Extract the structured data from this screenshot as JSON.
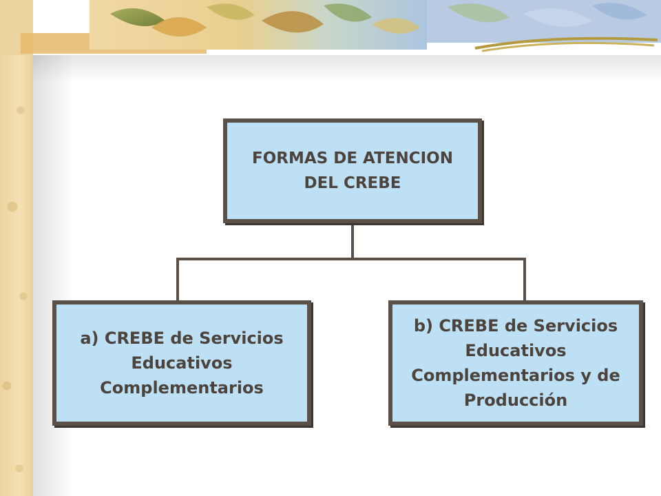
{
  "diagram": {
    "root": {
      "label": "FORMAS DE ATENCION\nDEL CREBE"
    },
    "children": [
      {
        "label": "a) CREBE de Servicios\nEducativos\nComplementarios"
      },
      {
        "label": "b) CREBE de Servicios\nEducativos\nComplementarios y de\nProducción"
      }
    ]
  },
  "colors": {
    "box_fill": "#bee0f5",
    "box_border": "#5a5048",
    "text": "#4b433c",
    "parchment": "#f3e0b4"
  }
}
